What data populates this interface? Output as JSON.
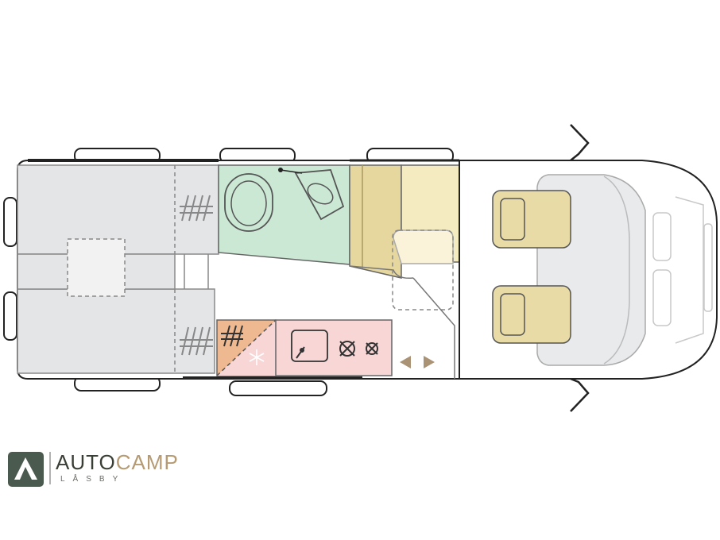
{
  "brand": {
    "name_part1": "AUTO",
    "name_part2": "CAMP",
    "subtitle": "LÅSBY",
    "logo_icon": "mountain-a-icon",
    "colors": {
      "dark": "#3a3f35",
      "gold": "#b69a72",
      "logo_bg": "#4b5a4f"
    }
  },
  "plan": {
    "zones": [
      {
        "name": "rear-bed-zone",
        "color": "#e4e5e7"
      },
      {
        "name": "bathroom-zone",
        "color": "#cbe8d5"
      },
      {
        "name": "kitchen-zone",
        "color": "#f8d6d6"
      },
      {
        "name": "fridge-zone",
        "color": "#eeb890"
      },
      {
        "name": "dinette-bench-zone",
        "color": "#e6d79f"
      },
      {
        "name": "dinette-table-zone",
        "color": "#f4ecc0"
      },
      {
        "name": "cab-seat-zone",
        "color": "#e8dba6"
      }
    ],
    "icons": [
      "toilet-icon",
      "washbasin-icon",
      "sink-icon",
      "burner-icon",
      "snowflake-icon",
      "arrow-left-icon",
      "arrow-right-icon",
      "wardrobe-rail-icon",
      "mirror-icon",
      "wheel-icon"
    ]
  }
}
